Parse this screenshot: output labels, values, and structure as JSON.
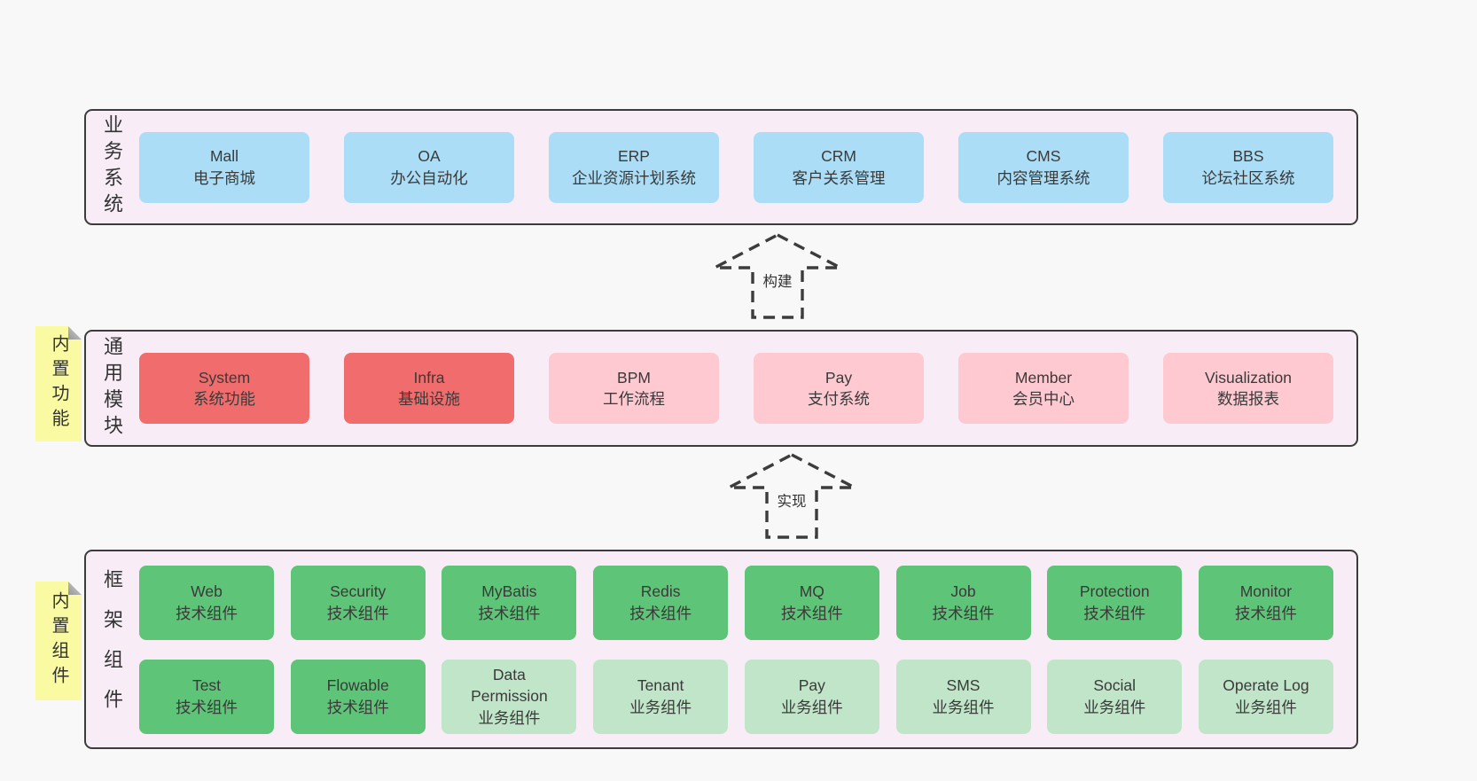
{
  "colors": {
    "page-bg": "#f8f8f8",
    "panel-bg": "#f8edf6",
    "line": "#3c3c3c",
    "text": "#3a3a3a",
    "box-blue": "#abdef6",
    "box-red": "#f16c6c",
    "box-pink": "#ffc9d1",
    "box-green": "#5ec477",
    "box-green-light": "#c1e5c9",
    "note-yellow": "#fafaa2",
    "fold-gray": "#b5b5b5"
  },
  "business": {
    "label": "业务系统",
    "boxes": [
      {
        "en": "Mall",
        "zh": "电子商城"
      },
      {
        "en": "OA",
        "zh": "办公自动化"
      },
      {
        "en": "ERP",
        "zh": "企业资源计划系统"
      },
      {
        "en": "CRM",
        "zh": "客户关系管理"
      },
      {
        "en": "CMS",
        "zh": "内容管理系统"
      },
      {
        "en": "BBS",
        "zh": "论坛社区系统"
      }
    ]
  },
  "arrows": {
    "build": "构建",
    "implement": "实现"
  },
  "modules": {
    "label": "通用模块",
    "note": "内置功能",
    "boxes": [
      {
        "en": "System",
        "zh": "系统功能"
      },
      {
        "en": "Infra",
        "zh": "基础设施"
      },
      {
        "en": "BPM",
        "zh": "工作流程"
      },
      {
        "en": "Pay",
        "zh": "支付系统"
      },
      {
        "en": "Member",
        "zh": "会员中心"
      },
      {
        "en": "Visualization",
        "zh": "数据报表"
      }
    ]
  },
  "components": {
    "label": "框架组件",
    "note": "内置组件",
    "row1": [
      {
        "en": "Web",
        "zh": "技术组件"
      },
      {
        "en": "Security",
        "zh": "技术组件"
      },
      {
        "en": "MyBatis",
        "zh": "技术组件"
      },
      {
        "en": "Redis",
        "zh": "技术组件"
      },
      {
        "en": "MQ",
        "zh": "技术组件"
      },
      {
        "en": "Job",
        "zh": "技术组件"
      },
      {
        "en": "Protection",
        "zh": "技术组件"
      },
      {
        "en": "Monitor",
        "zh": "技术组件"
      }
    ],
    "row2": [
      {
        "en": "Test",
        "zh": "技术组件"
      },
      {
        "en": "Flowable",
        "zh": "技术组件"
      },
      {
        "en": "Data Permission",
        "zh": "业务组件"
      },
      {
        "en": "Tenant",
        "zh": "业务组件"
      },
      {
        "en": "Pay",
        "zh": "业务组件"
      },
      {
        "en": "SMS",
        "zh": "业务组件"
      },
      {
        "en": "Social",
        "zh": "业务组件"
      },
      {
        "en": "Operate Log",
        "zh": "业务组件"
      }
    ]
  }
}
